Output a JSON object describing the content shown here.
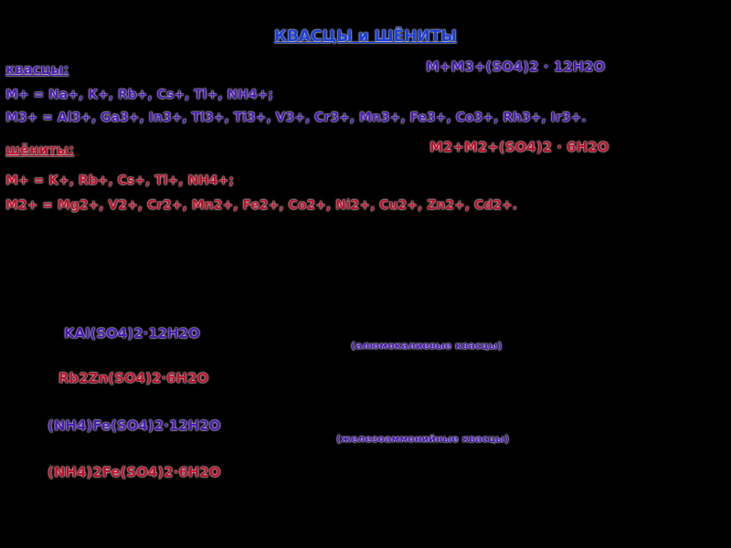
{
  "colors": {
    "blue": "#1a3ee0",
    "violet": "#4a1ab8",
    "red": "#c0102a",
    "bg": "#000000"
  },
  "title": "КВАСЦЫ и ШЁНИТЫ",
  "alums": {
    "label": "квасцы:",
    "formula": "M+M3+(SO4)2 · 12H2O",
    "line1": "M+ = Na+, K+, Rb+, Cs+, Tl+, NH4+;",
    "line2": "M3+ = Al3+, Ga3+, In3+, Tl3+, Ti3+, V3+, Cr3+, Mn3+, Fe3+, Co3+, Rh3+, Ir3+."
  },
  "schoenites": {
    "label": "шёниты:",
    "formula": "M2+M2+(SO4)2 · 6H2O",
    "line1": "M+ = K+, Rb+, Cs+, Tl+, NH4+;",
    "line2": "M2+ = Mg2+, V2+, Cr2+, Mn2+, Fe2+, Co2+, Ni2+, Cu2+, Zn2+, Cd2+."
  },
  "examples": [
    {
      "text": "KAl(SO4)2·12H2O",
      "color": "violet"
    },
    {
      "text": "Rb2Zn(SO4)2·6H2O",
      "color": "red"
    },
    {
      "text": "(NH4)Fe(SO4)2·12H2O",
      "color": "violet"
    },
    {
      "text": "(NH4)2Fe(SO4)2·6H2O",
      "color": "red"
    }
  ],
  "notes": [
    "(алюмокалиевые квасцы)",
    "(железоаммонийные квасцы)"
  ]
}
